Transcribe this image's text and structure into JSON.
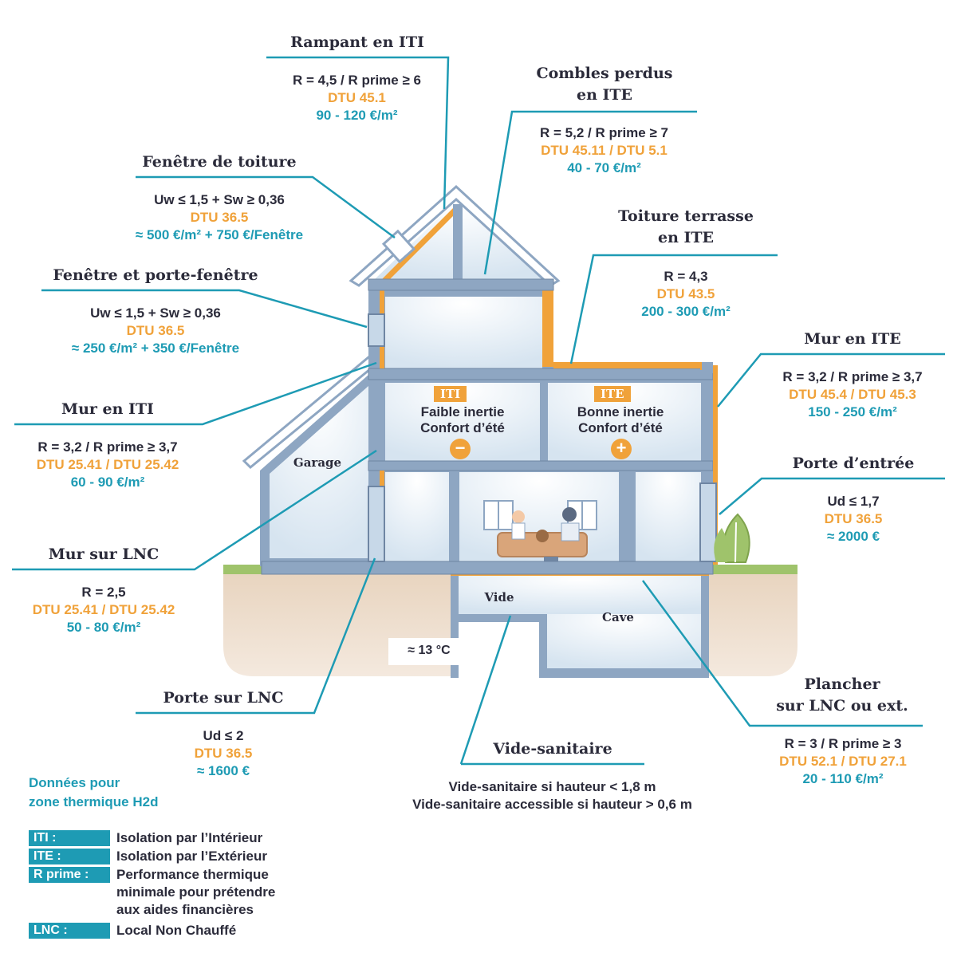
{
  "callouts": {
    "rampant": {
      "title": "Rampant en ITI",
      "value": "R = 4,5 / R prime ≥ 6",
      "dtu": "DTU 45.1",
      "price": "90 - 120 €/m²"
    },
    "combles": {
      "title_l1": "Combles perdus",
      "title_l2": "en ITE",
      "value": "R = 5,2 / R prime ≥ 7",
      "dtu": "DTU 45.11 / DTU 5.1",
      "price": "40 - 70 €/m²"
    },
    "fenetre_toit": {
      "title": "Fenêtre de toiture",
      "value": "Uw ≤ 1,5 + Sw ≥ 0,36",
      "dtu": "DTU 36.5",
      "price": "≈ 500 €/m² + 750 €/Fenêtre"
    },
    "toiture_terrasse": {
      "title_l1": "Toiture terrasse",
      "title_l2": "en ITE",
      "value": "R = 4,3",
      "dtu": "DTU 43.5",
      "price": "200 - 300 €/m²"
    },
    "fenetre_porte": {
      "title": "Fenêtre et porte-fenêtre",
      "value": "Uw ≤ 1,5 + Sw ≥ 0,36",
      "dtu": "DTU 36.5",
      "price": "≈ 250 €/m² + 350 €/Fenêtre"
    },
    "mur_ite": {
      "title": "Mur en ITE",
      "value": "R = 3,2 / R prime ≥ 3,7",
      "dtu": "DTU 45.4 / DTU 45.3",
      "price": "150 - 250 €/m²"
    },
    "mur_iti": {
      "title": "Mur en ITI",
      "value": "R = 3,2 / R prime ≥ 3,7",
      "dtu": "DTU 25.41 / DTU 25.42",
      "price": "60 - 90 €/m²"
    },
    "porte_entree": {
      "title": "Porte d’entrée",
      "value": "Ud ≤ 1,7",
      "dtu": "DTU 36.5",
      "price": "≈ 2000 €"
    },
    "mur_lnc": {
      "title": "Mur sur LNC",
      "value": "R = 2,5",
      "dtu": "DTU 25.41 / DTU 25.42",
      "price": "50 - 80 €/m²"
    },
    "porte_lnc": {
      "title": "Porte sur LNC",
      "value": "Ud ≤ 2",
      "dtu": "DTU 36.5",
      "price": "≈ 1600 €"
    },
    "plancher": {
      "title_l1": "Plancher",
      "title_l2": "sur LNC ou ext.",
      "value": "R = 3 / R prime ≥ 3",
      "dtu": "DTU 52.1 / DTU 27.1",
      "price": "20 - 110 €/m²"
    },
    "vide_sanitaire": {
      "title": "Vide-sanitaire",
      "line1": "Vide-sanitaire si hauteur < 1,8 m",
      "line2": "Vide-sanitaire accessible si hauteur > 0,6 m"
    }
  },
  "house": {
    "iti_tag": "ITI",
    "ite_tag": "ITE",
    "iti_l1": "Faible inertie",
    "iti_l2": "Confort d’été",
    "iti_sign": "−",
    "ite_l1": "Bonne inertie",
    "ite_l2": "Confort d’été",
    "ite_sign": "+",
    "garage": "Garage",
    "vide": "Vide",
    "cave": "Cave",
    "temperature": "≈ 13 °C"
  },
  "legend": {
    "zone_l1": "Données pour",
    "zone_l2": "zone thermique H2d",
    "items": [
      {
        "key": "ITI :",
        "value": "Isolation par l’Intérieur"
      },
      {
        "key": "ITE :",
        "value": "Isolation par l’Extérieur"
      },
      {
        "key": "R prime :",
        "value_l1": "Performance thermique",
        "value_l2": "minimale pour prétendre",
        "value_l3": "aux aides financières"
      },
      {
        "key": "LNC :",
        "value": "Local Non Chauffé"
      }
    ]
  },
  "colors": {
    "accent_blue": "#1e9bb4",
    "accent_orange": "#f0a23a",
    "text_dark": "#2b2b3a",
    "wall": "#8ea6c2",
    "room": "#dde9f3",
    "ground": "#e3cbb4",
    "grass": "#9fc36b"
  }
}
